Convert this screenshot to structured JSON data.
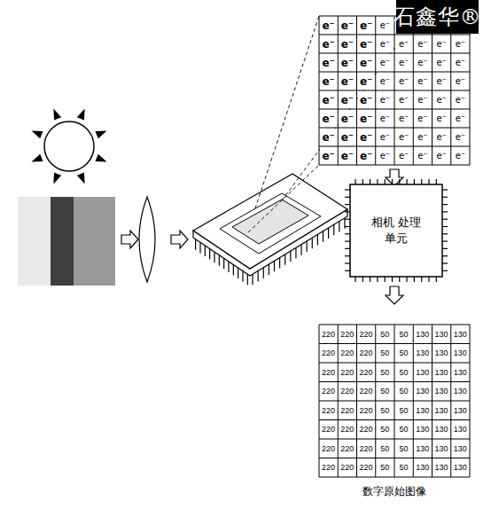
{
  "diagram": {
    "caption": "数字原始图像",
    "nodes": [
      {
        "text": [
          "相机 处理单元"
        ]
      }
    ],
    "labels": [
      "石鑫华®",
      "e⁻",
      "e⁻",
      "e⁻",
      "e⁻",
      "e⁻",
      "e⁻",
      "e⁻",
      "e⁻",
      "e⁻",
      "e⁻",
      "e⁻",
      "e⁻",
      "e⁻",
      "e⁻",
      "e⁻",
      "e⁻",
      "e⁻",
      "e⁻",
      "e⁻",
      "e⁻",
      "e⁻",
      "e⁻",
      "e⁻",
      "e⁻",
      "e⁻",
      "e⁻",
      "e⁻",
      "e⁻",
      "e⁻",
      "e⁻",
      "e⁻",
      "e⁻",
      "e⁻",
      "e⁻",
      "e⁻",
      "e⁻",
      "e⁻",
      "e⁻",
      "e⁻",
      "e⁻",
      "e⁻",
      "e⁻",
      "e⁻",
      "e⁻",
      "e⁻",
      "e⁻",
      "e⁻",
      "e⁻",
      "e⁻",
      "e⁻",
      "e⁻",
      "e⁻",
      "e⁻",
      "e⁻",
      "e⁻",
      "e⁻",
      "e⁻",
      "e⁻",
      "e⁻",
      "e⁻",
      "220",
      "220",
      "220",
      "50",
      "50",
      "130",
      "130",
      "130",
      "220",
      "220",
      "220",
      "50",
      "50",
      "130",
      "130",
      "130",
      "220",
      "220",
      "220",
      "50",
      "50",
      "130",
      "130",
      "130",
      "220",
      "220",
      "220",
      "50",
      "50",
      "130",
      "130",
      "130",
      "220",
      "220",
      "220",
      "50",
      "50",
      "130",
      "130",
      "130",
      "220",
      "220",
      "220",
      "50",
      "50",
      "130",
      "130",
      "130",
      "220",
      "220",
      "220",
      "50",
      "50",
      "130",
      "130",
      "130",
      "220",
      "220",
      "220",
      "50",
      "50",
      "130",
      "130",
      "130"
    ]
  }
}
